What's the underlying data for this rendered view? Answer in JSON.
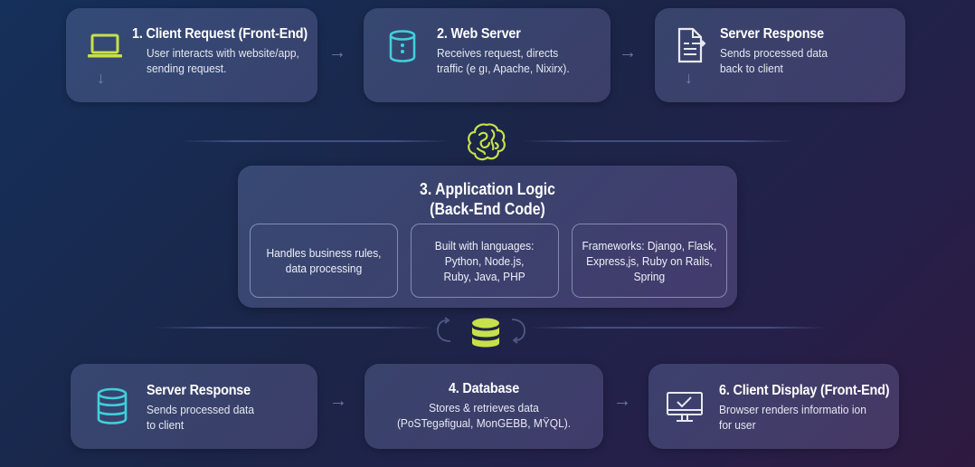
{
  "top_row": [
    {
      "icon": "laptop-icon",
      "title": "1. Client Request (Front-End)",
      "desc_lines": [
        "User interacts with website/app,",
        "sending request."
      ]
    },
    {
      "icon": "server-cylinder-icon",
      "title": "2. Web Server",
      "desc_lines": [
        "Receives request, directs",
        "traffic (e gı, Apache, Nixirx)."
      ]
    },
    {
      "icon": "document-export-icon",
      "title": "Server Response",
      "desc_lines": [
        "Sends processed data",
        "back to client"
      ]
    }
  ],
  "connectors": {
    "right_arrow": "→",
    "down_arrow": "↓",
    "brain_icon": "brain-icon",
    "database_sync_icon": "database-sync-icon"
  },
  "app_logic": {
    "title_line1": "3. Application Logic",
    "title_line2": "(Back-End Code)",
    "boxes": [
      {
        "lines": [
          "Handles business rules,",
          "data processing"
        ]
      },
      {
        "lines": [
          "Built with languages:",
          "Python, Node.js,",
          "Ruby, Java, PHP"
        ]
      },
      {
        "lines": [
          "Frameworks: Django, Flask,",
          "Express,js, Ruby on Rails,",
          "Spring"
        ]
      }
    ]
  },
  "bottom_row": [
    {
      "icon": "database-stack-icon",
      "title": "Server Response",
      "desc_lines": [
        "Sends processed data",
        "to client"
      ]
    },
    {
      "icon": "none",
      "title": "4. Database",
      "desc_lines": [
        "Stores & retrieves data",
        "(PoSTegəfigual, MonGEBB, MŸQL)."
      ]
    },
    {
      "icon": "monitor-check-icon",
      "title": "6. Client Display (Front-End)",
      "desc_lines": [
        "Browser renders informatio  ion",
        "for user"
      ]
    }
  ],
  "colors": {
    "accent_lime": "#c8e04a",
    "accent_cyan": "#3fd0dc",
    "icon_white": "#e8eaf2"
  }
}
